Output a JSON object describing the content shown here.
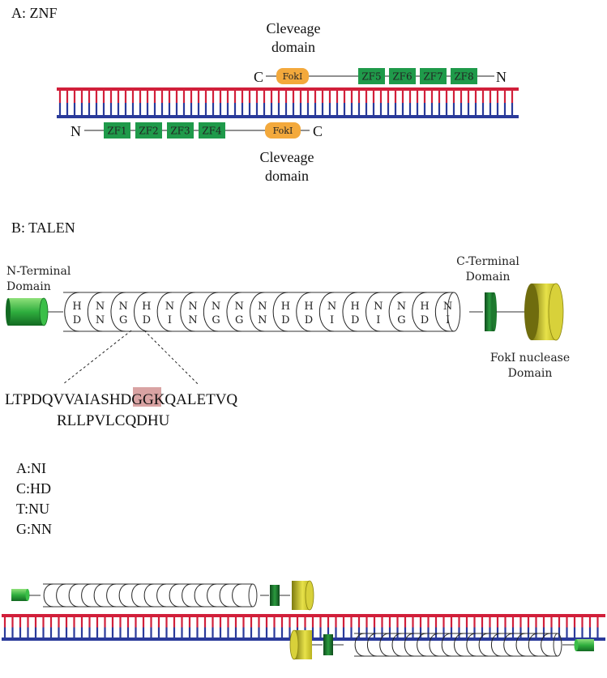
{
  "colors": {
    "strand_top": "#d11f3a",
    "strand_bottom": "#2a3a9a",
    "zf_box": "#1f9a4a",
    "foki_box": "#f3a93c",
    "hd_highlight": "#d9a3a3",
    "n_domain": "#2fae3e",
    "c_domain": "#1e7a2e",
    "nuclease": "#c9c12a"
  },
  "panel_a": {
    "title": "A: ZNF",
    "cleavage_top_line1": "Cleveage",
    "cleavage_top_line2": "domain",
    "cleavage_bottom_line1": "Cleveage",
    "cleavage_bottom_line2": "domain",
    "top_strand": {
      "left_end": "C",
      "foki": "FokI",
      "zf": [
        "ZF5",
        "ZF6",
        "ZF7",
        "ZF8"
      ],
      "right_end": "N"
    },
    "bottom_strand": {
      "left_end": "N",
      "zf": [
        "ZF1",
        "ZF2",
        "ZF3",
        "ZF4"
      ],
      "foki": "FokI",
      "right_end": "C"
    }
  },
  "panel_b": {
    "title": "B: TALEN",
    "n_terminal_line1": "N-Terminal",
    "n_terminal_line2": "Domain",
    "c_terminal_line1": "C-Terminal",
    "c_terminal_line2": "Domain",
    "nuclease_line1": "FokI nuclease",
    "nuclease_line2": "Domain",
    "repeats": [
      [
        "H",
        "D"
      ],
      [
        "N",
        "N"
      ],
      [
        "N",
        "G"
      ],
      [
        "H",
        "D"
      ],
      [
        "N",
        "I"
      ],
      [
        "N",
        "N"
      ],
      [
        "N",
        "G"
      ],
      [
        "N",
        "G"
      ],
      [
        "N",
        "N"
      ],
      [
        "H",
        "D"
      ],
      [
        "H",
        "D"
      ],
      [
        "N",
        "I"
      ],
      [
        "H",
        "D"
      ],
      [
        "N",
        "I"
      ],
      [
        "N",
        "G"
      ],
      [
        "H",
        "D"
      ],
      [
        "N",
        "I"
      ]
    ],
    "sequence_pre": "LTPDQVVAIAS",
    "sequence_hd": "HD",
    "sequence_post": "GGKQALETVQ",
    "sequence_line2": "RLLPVLCQDHU"
  },
  "code": [
    "A:NI",
    "C:HD",
    "T:NU",
    "G:NN"
  ]
}
